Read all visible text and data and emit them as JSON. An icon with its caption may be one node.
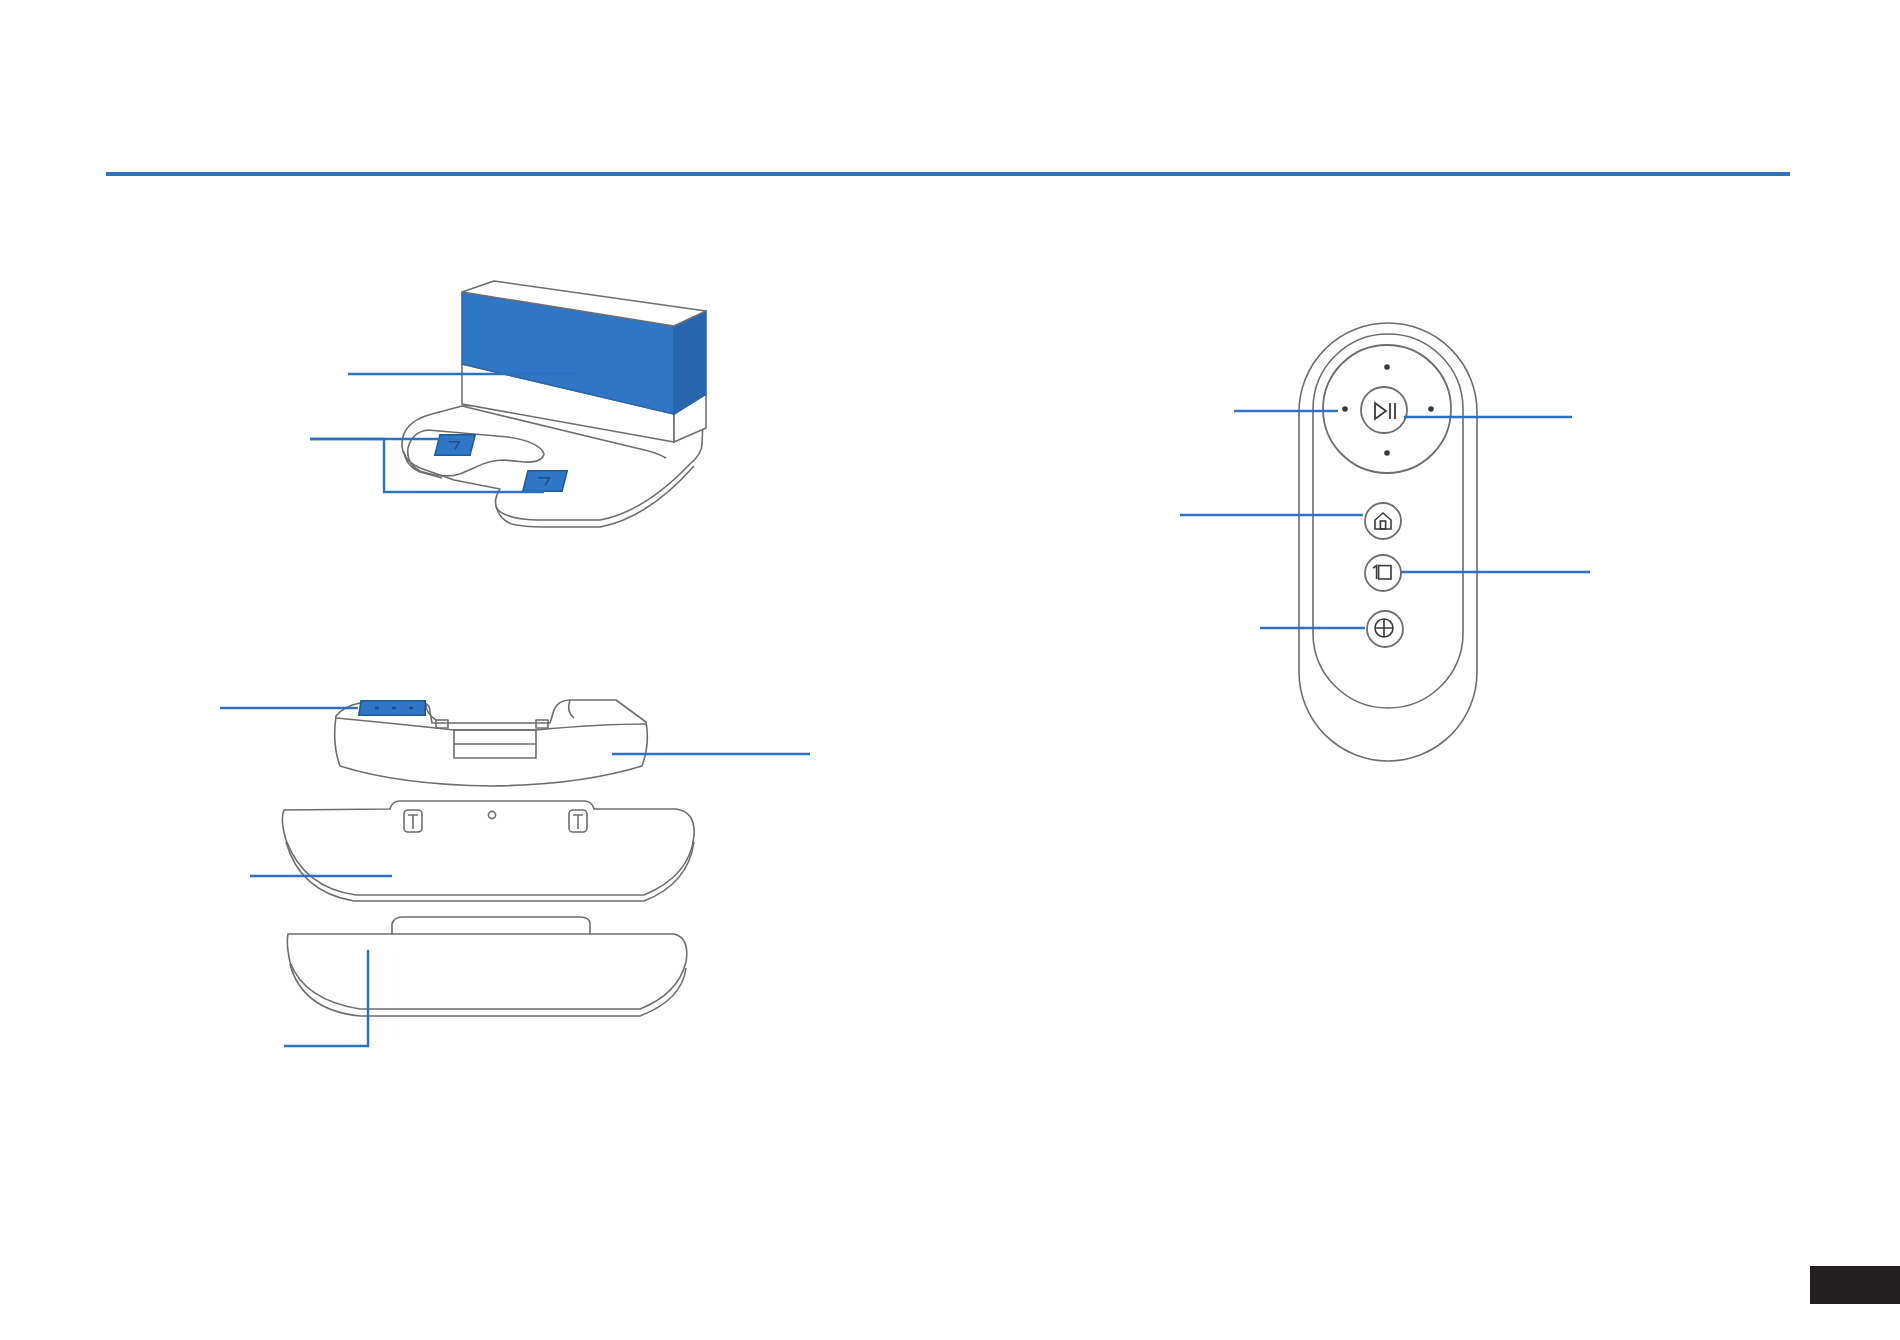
{
  "diagram": {
    "nodes": [
      {
        "text": [],
        "shape": "picture"
      },
      {
        "text": [],
        "shape": "box",
        "in": 0
      },
      {
        "text": [],
        "shape": "box",
        "in": 0
      },
      {
        "text": [],
        "shape": "picture"
      },
      {
        "text": [],
        "shape": "bar",
        "in": 3
      },
      {
        "text": [],
        "shape": "picture"
      },
      {
        "text": [],
        "shape": "picture"
      },
      {
        "text": [],
        "shape": "picture"
      },
      {
        "text": [],
        "shape": "circle",
        "in": 7
      },
      {
        "text": [],
        "shape": "circle",
        "in": 8
      },
      {
        "text": [],
        "shape": "circle",
        "in": 7
      },
      {
        "text": [],
        "shape": "circle",
        "in": 7
      },
      {
        "text": [],
        "shape": "circle",
        "in": 7
      }
    ],
    "edges": [
      {
        "from": null,
        "to": 0,
        "arrow": "none"
      },
      {
        "from": null,
        "to": 1,
        "arrow": "none"
      },
      {
        "from": null,
        "to": 2,
        "arrow": "none"
      },
      {
        "from": null,
        "to": 4,
        "arrow": "none"
      },
      {
        "from": null,
        "to": 3,
        "arrow": "none"
      },
      {
        "from": null,
        "to": 5,
        "arrow": "none"
      },
      {
        "from": null,
        "to": 6,
        "arrow": "none"
      },
      {
        "from": null,
        "to": 8,
        "arrow": "none"
      },
      {
        "from": null,
        "to": 9,
        "arrow": "none"
      },
      {
        "from": null,
        "to": 10,
        "arrow": "none"
      },
      {
        "from": null,
        "to": 11,
        "arrow": "none"
      },
      {
        "from": null,
        "to": 12,
        "arrow": "none"
      }
    ]
  }
}
